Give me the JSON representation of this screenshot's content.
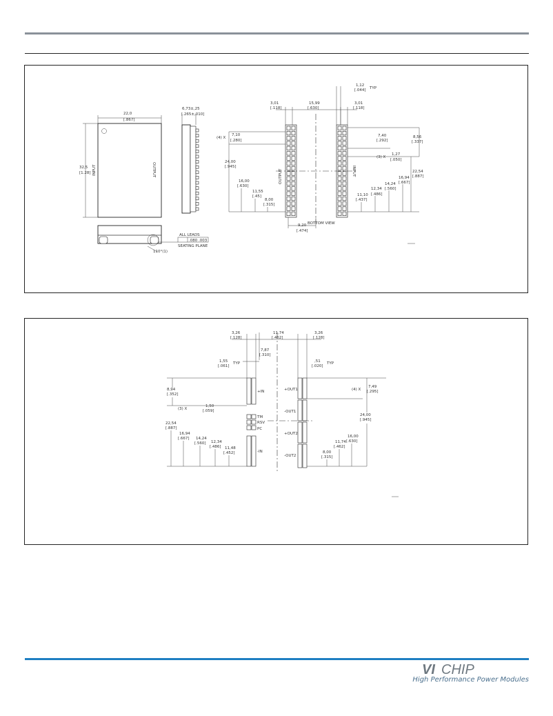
{
  "drawing1": {
    "package_top": {
      "width_mm": "22,0",
      "width_in": "[.867]",
      "height_mm": "32,5",
      "height_in": "[1.28]",
      "side_input": "INPUT",
      "side_output": "OUTPUT",
      "thickness": "6,73±,25",
      "thickness_in": "[.265±,010]"
    },
    "side_view": {
      "all_leads": "ALL LEADS",
      "tolerance_left": ".080",
      "tolerance_right": ".003",
      "seating_plane": "SEATING PLANE",
      "lead_note": "110°(1)"
    },
    "bottom_view": {
      "caption": "BOTTOM VIEW",
      "d_3_01_left": "3,01",
      "d_3_01_left_in": "[.118]",
      "d_15_99": "15,99",
      "d_15_99_in": "[.630]",
      "d_3_01_right": "3,01",
      "d_3_01_right_in": "[.118]",
      "d_1_12": "1,12",
      "d_1_12_in": "[.044]",
      "typ": "TYP",
      "d_7_10_prefix": "(4) X",
      "d_7_10": "7,10",
      "d_7_10_in": "[.280]",
      "d_24_00": "24,00",
      "d_24_00_in": "[.945]",
      "d_16_00": "16,00",
      "d_16_00_in": "[.630]",
      "d_11_55": "11,55",
      "d_11_55_in": "[.45]",
      "d_8_00": "8,00",
      "d_8_00_in": "[.315]",
      "d_9_20": "9,20",
      "d_9_20_in": "[.474]",
      "label_output": "OUTPUT",
      "label_input": "INPUT",
      "d_7_40": "7,40",
      "d_7_40_in": "[.292]",
      "d_8_56": "8,56",
      "d_8_56_in": "[.337]",
      "d_1_27_prefix": "(3) X",
      "d_1_27": "1,27",
      "d_1_27_in": "[.050]",
      "d_22_54": "22,54",
      "d_22_54_in": "[.887]",
      "d_16_94": "16,94",
      "d_16_94_in": "[.667]",
      "d_14_24": "14,24",
      "d_14_24_in": "[.560]",
      "d_12_34": "12,34",
      "d_12_34_in": "[.486]",
      "d_11_10": "11,10",
      "d_11_10_in": "[.437]"
    }
  },
  "drawing2": {
    "d_3_26_left": "3,26",
    "d_3_26_left_in": "[.128]",
    "d_11_74": "11,74",
    "d_11_74_in": "[.462]",
    "d_3_26_right": "3,26",
    "d_3_26_right_in": "[.128]",
    "d_7_87": "7,87",
    "d_7_87_in": "[.310]",
    "d_1_55": "1,55",
    "d_1_55_in": "[.061]",
    "typ": "TYP",
    "d_51": ",51",
    "d_51_in": "[.020]",
    "d_8_94": "8,94",
    "d_8_94_in": "[.352]",
    "d_7_49_prefix": "(4) X",
    "d_7_49": "7,49",
    "d_7_49_in": "[.295]",
    "d_1_50_prefix": "(3) X",
    "d_1_50": "1,50",
    "d_1_50_in": "[.059]",
    "d_24_00": "24,00",
    "d_24_00_in": "[.945]",
    "d_22_54": "22,54",
    "d_22_54_in": "[.887]",
    "d_16_94": "16,94",
    "d_16_94_in": "[.667]",
    "d_14_24": "14,24",
    "d_14_24_in": "[.560]",
    "d_12_34": "12,34",
    "d_12_34_in": "[.486]",
    "d_11_48": "11,48",
    "d_11_48_in": "[.452]",
    "d_16_00": "16,00",
    "d_16_00_in": "[.630]",
    "d_11_74_b": "11,74",
    "d_11_74_b_in": "[.462]",
    "d_8_00": "8,00",
    "d_8_00_in": "[.315]",
    "pin_pin": "+IN",
    "pin_tm": "TM",
    "pin_rsv": "RSV",
    "pin_pc": "PC",
    "pin_nin": "-IN",
    "pin_out1p": "+OUT1",
    "pin_out1n": "-OUT1",
    "pin_out2p": "+OUT2",
    "pin_out2n": "-OUT2"
  },
  "footer": {
    "logo_vi": "VI",
    "logo_chip": "CHIP",
    "tagline": "High Performance Power Modules",
    "accent_color": "#1e7fc2"
  }
}
